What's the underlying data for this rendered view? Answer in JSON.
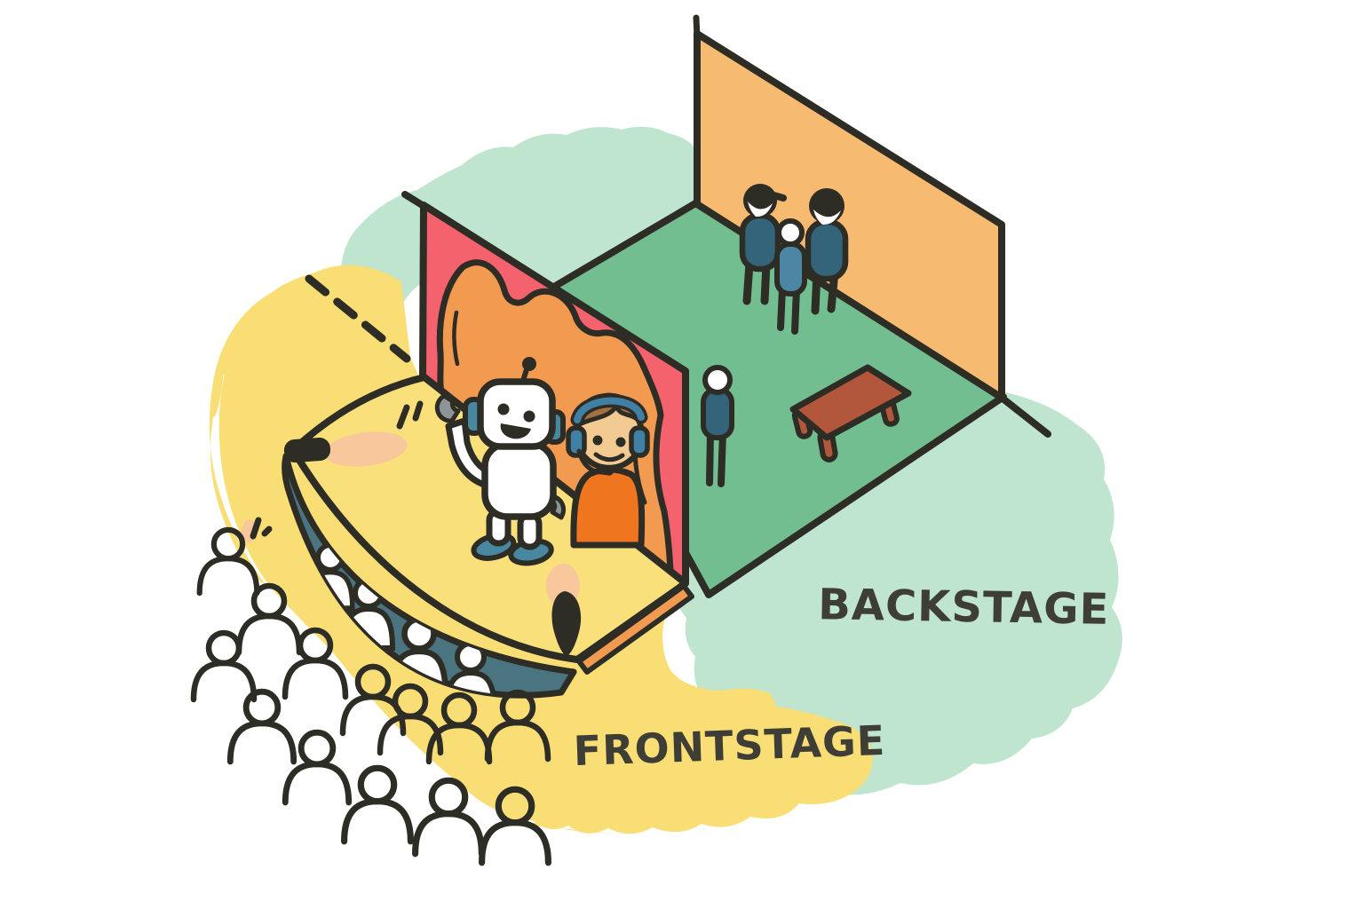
{
  "illustration": {
    "title": "Frontstage vs Backstage theater illustration",
    "labels": {
      "frontstage": "FRONTSTAGE",
      "backstage": "BACKSTAGE"
    },
    "scene": {
      "audience_outline_count": 13,
      "front_row_count": 4,
      "backstage_crew_count": 3,
      "backstage_solo_count": 1,
      "stage_performers": [
        "robot",
        "person-with-headset"
      ],
      "props": [
        "wooden-table",
        "footlight-left",
        "footlight-front",
        "curtain",
        "back-wall"
      ]
    },
    "colors": {
      "background": "#FFFFFF",
      "white": "#FFFFFF",
      "outline": "#2D2C25",
      "label_text": "#3E3D36",
      "yellow_blob": "#F8DE74",
      "stage_floor": "#F9E07A",
      "mint_blob": "#BFE5CE",
      "backstage_floor": "#72BE90",
      "back_wall": "#F7BA71",
      "curtain_pink": "#F4626E",
      "curtain_orange": "#F19A50",
      "stage_band_teal": "#4A7480",
      "figure_dark": "#33647A",
      "figure_blue": "#4B87A4",
      "table_brown": "#B2573B",
      "robot_blue": "#4887A0",
      "robot_gray": "#8E9598",
      "person_shirt": "#F0751F",
      "person_skin": "#F3CA92",
      "person_hair": "#A4703F",
      "headset_blue": "#4180A5",
      "glow_peach": "#F8C89C"
    }
  }
}
